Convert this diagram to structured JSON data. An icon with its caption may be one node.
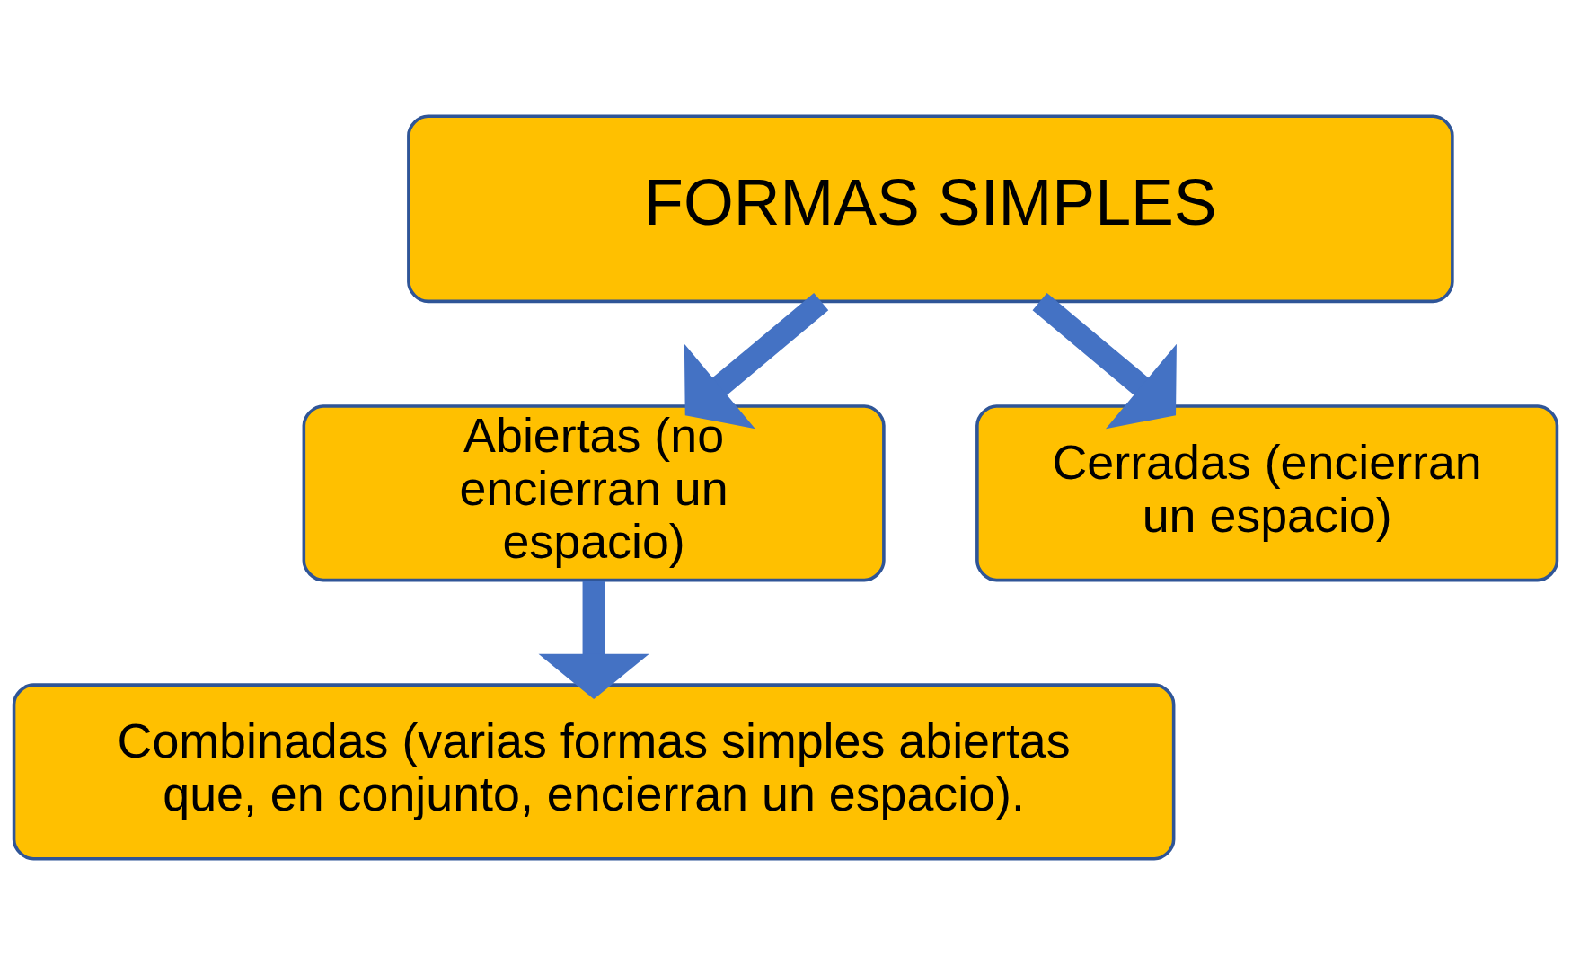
{
  "diagram": {
    "nodes": [
      {
        "text": [
          "FORMAS SIMPLES"
        ]
      },
      {
        "text": [
          "Abiertas (no encierran un espacio)"
        ]
      },
      {
        "text": [
          "Cerradas (encierran un espacio)"
        ]
      },
      {
        "text": [
          "Combinadas (varias formas simples abiertas que, en conjunto, encierran un espacio)."
        ]
      }
    ],
    "edges": [
      {
        "from": 0,
        "to": 1,
        "arrow": "to"
      },
      {
        "from": 0,
        "to": 2,
        "arrow": "to"
      },
      {
        "from": 1,
        "to": 3,
        "arrow": "to"
      }
    ]
  }
}
